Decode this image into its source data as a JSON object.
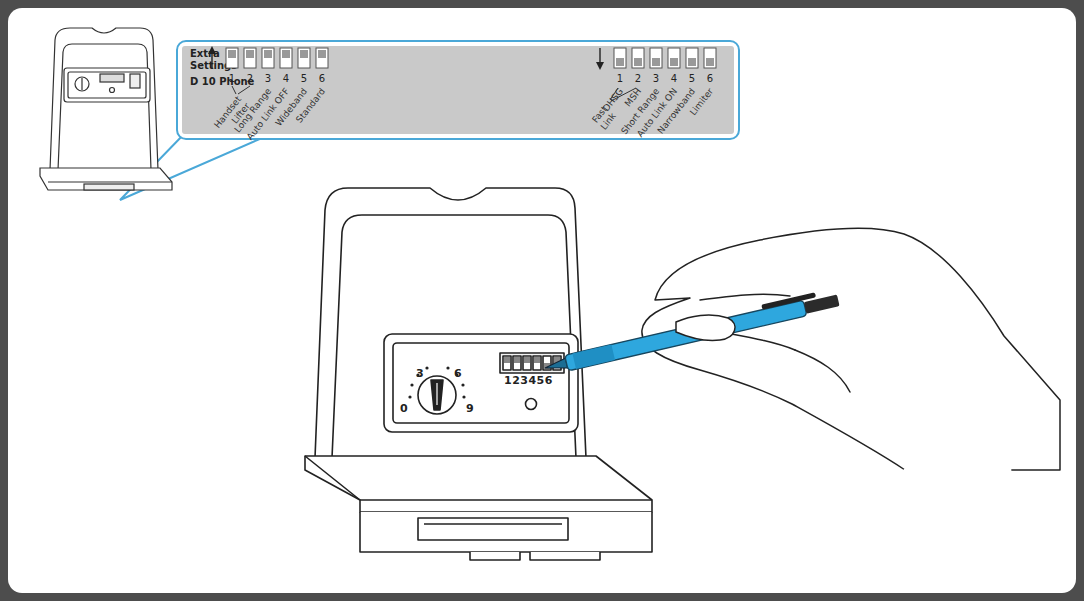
{
  "diagram": {
    "nodes": [
      {
        "text": [
          "Extra Settings",
          "D 10 Phone"
        ]
      }
    ],
    "labels": [
      "1",
      "2",
      "3",
      "4",
      "5",
      "6",
      "Handset Lifter",
      "Long Range",
      "Auto Link OFF",
      "Wideband",
      "Standard",
      "1",
      "2",
      "3",
      "4",
      "5",
      "6",
      "Fast Link",
      "DHSG",
      "MSH",
      "Short Range",
      "Auto Link ON",
      "Narrowband",
      "Limiter",
      "3",
      "6",
      "0",
      "9",
      "123456"
    ]
  }
}
